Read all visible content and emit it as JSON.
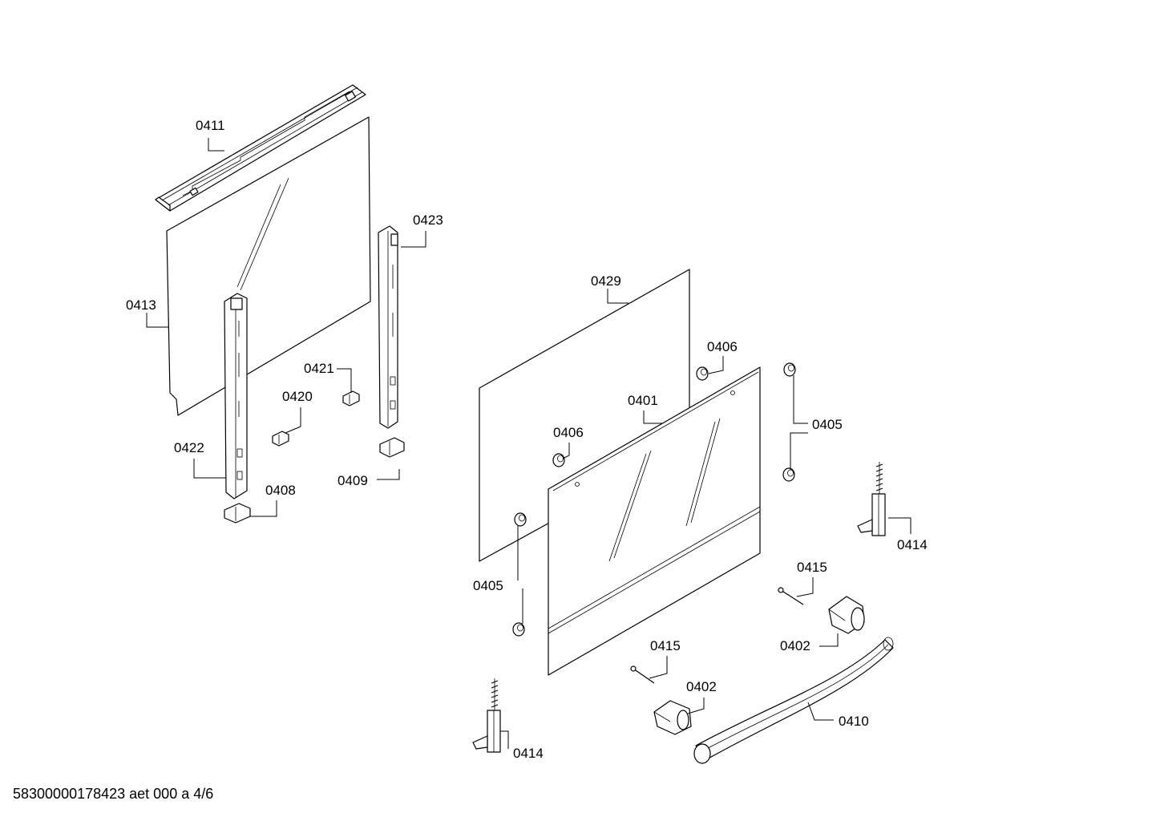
{
  "labels": {
    "p0411": "0411",
    "p0413": "0413",
    "p0423": "0423",
    "p0421": "0421",
    "p0420": "0420",
    "p0422": "0422",
    "p0409": "0409",
    "p0408": "0408",
    "p0429": "0429",
    "p0406_top": "0406",
    "p0401": "0401",
    "p0406_mid": "0406",
    "p0405_right": "0405",
    "p0405_left": "0405",
    "p0414_right": "0414",
    "p0415_right": "0415",
    "p0402_right": "0402",
    "p0415_mid": "0415",
    "p0402_mid": "0402",
    "p0410": "0410",
    "p0414_left": "0414"
  },
  "footer": {
    "doc_id": "58300000178423 aet 000 a 4/6"
  }
}
